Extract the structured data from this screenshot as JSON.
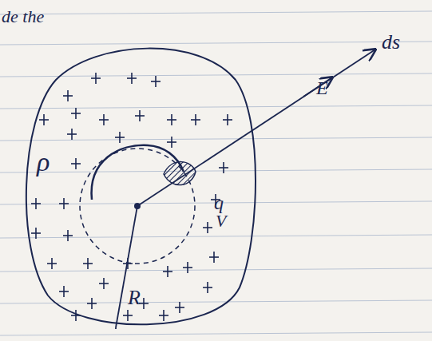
{
  "diagram": {
    "labels": [
      "de the",
      "ρ",
      "q",
      "V",
      "R",
      "E⃗",
      "ds⃗"
    ]
  }
}
